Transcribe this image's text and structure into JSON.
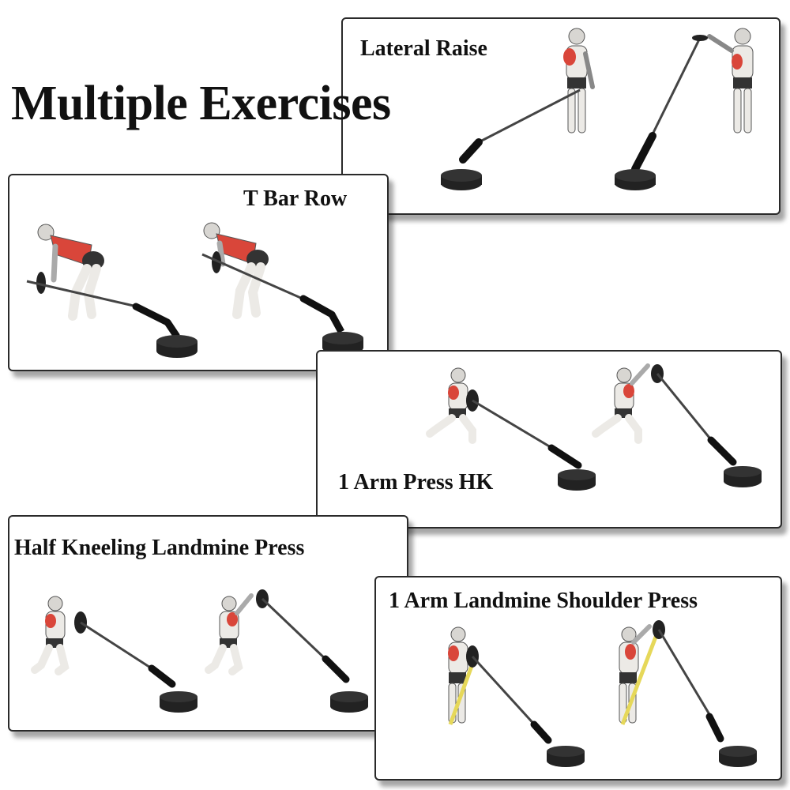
{
  "headline": "Multiple Exercises",
  "colors": {
    "muscle": "#d9463a",
    "skin": "#eceae6",
    "equipment": "#222222",
    "band": "#e6d85a"
  },
  "cards": {
    "lateral_raise": {
      "title": "Lateral Raise"
    },
    "t_bar_row": {
      "title": "T Bar Row"
    },
    "one_arm_press_hk": {
      "title": "1 Arm Press HK"
    },
    "half_kneeling_press": {
      "title": "Half Kneeling Landmine Press"
    },
    "one_arm_shoulder_press": {
      "title": "1 Arm Landmine Shoulder Press"
    }
  }
}
